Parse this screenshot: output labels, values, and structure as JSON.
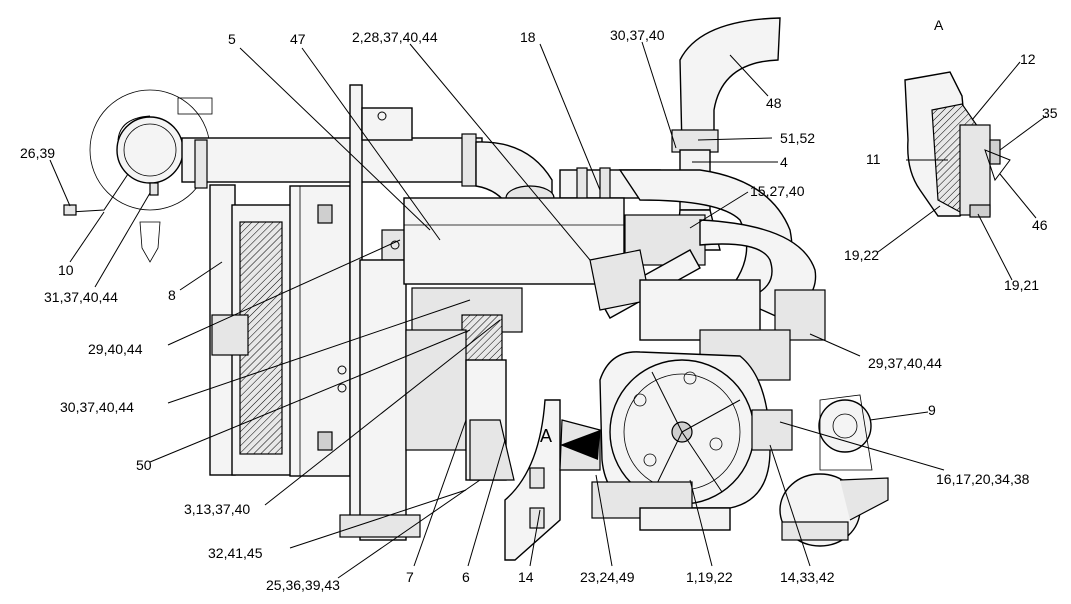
{
  "callouts": [
    {
      "id": "c-5",
      "text": "5"
    },
    {
      "id": "c-47",
      "text": "47"
    },
    {
      "id": "c-2-28-37-40-44",
      "text": "2,28,37,40,44"
    },
    {
      "id": "c-18",
      "text": "18"
    },
    {
      "id": "c-30-37-40-top",
      "text": "30,37,40"
    },
    {
      "id": "c-48",
      "text": "48"
    },
    {
      "id": "c-51-52",
      "text": "51,52"
    },
    {
      "id": "c-4",
      "text": "4"
    },
    {
      "id": "c-15-27-40",
      "text": "15,27,40"
    },
    {
      "id": "c-26-39",
      "text": "26,39"
    },
    {
      "id": "c-10",
      "text": "10"
    },
    {
      "id": "c-31-37-40-44",
      "text": "31,37,40,44"
    },
    {
      "id": "c-8",
      "text": "8"
    },
    {
      "id": "c-29-40-44",
      "text": "29,40,44"
    },
    {
      "id": "c-30-37-40-44",
      "text": "30,37,40,44"
    },
    {
      "id": "c-50",
      "text": "50"
    },
    {
      "id": "c-3-13-37-40",
      "text": "3,13,37,40"
    },
    {
      "id": "c-32-41-45",
      "text": "32,41,45"
    },
    {
      "id": "c-25-36-39-43",
      "text": "25,36,39,43"
    },
    {
      "id": "c-7",
      "text": "7"
    },
    {
      "id": "c-6",
      "text": "6"
    },
    {
      "id": "c-14",
      "text": "14"
    },
    {
      "id": "c-23-24-49",
      "text": "23,24,49"
    },
    {
      "id": "c-1-19-22",
      "text": "1,19,22"
    },
    {
      "id": "c-14-33-42",
      "text": "14,33,42"
    },
    {
      "id": "c-16-17-20-34-38",
      "text": "16,17,20,34,38"
    },
    {
      "id": "c-9",
      "text": "9"
    },
    {
      "id": "c-29-37-40-44",
      "text": "29,37,40,44"
    },
    {
      "id": "c-a-view-title",
      "text": "A"
    },
    {
      "id": "c-12",
      "text": "12"
    },
    {
      "id": "c-35",
      "text": "35"
    },
    {
      "id": "c-11",
      "text": "11"
    },
    {
      "id": "c-46",
      "text": "46"
    },
    {
      "id": "c-19-22",
      "text": "19,22"
    },
    {
      "id": "c-19-21",
      "text": "19,21"
    },
    {
      "id": "c-a-marker",
      "text": "A"
    }
  ]
}
